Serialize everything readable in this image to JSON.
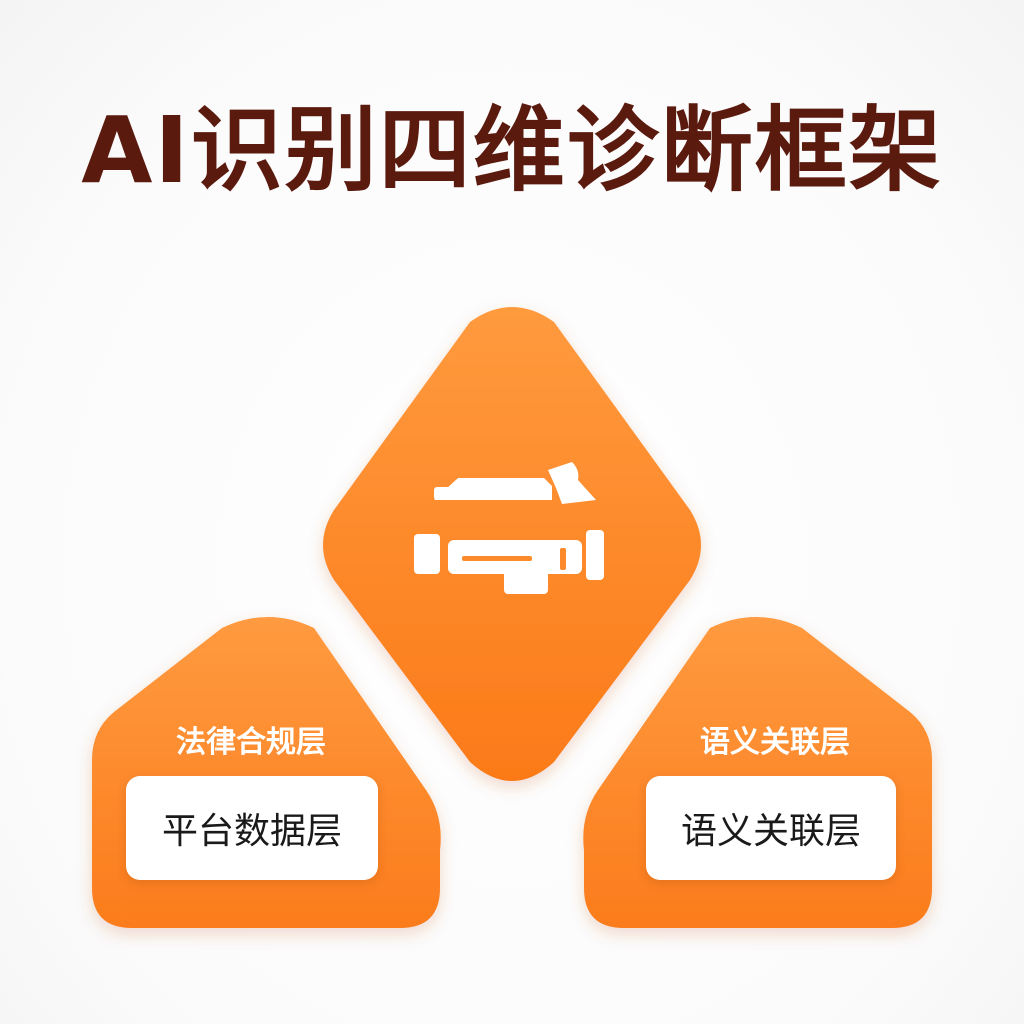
{
  "title": "AI识别四维诊断框架",
  "center_node": {
    "icon": "printer-camera-icon"
  },
  "left_node": {
    "label": "法律合规层",
    "card_text": "平台数据层"
  },
  "right_node": {
    "label": "语义关联层",
    "card_text": "语义关联层"
  },
  "colors": {
    "title": "#5a1a0e",
    "orange_light": "#ff9a3c",
    "orange_dark": "#f97316",
    "card_bg": "#ffffff",
    "card_text": "#1a1a1a"
  }
}
